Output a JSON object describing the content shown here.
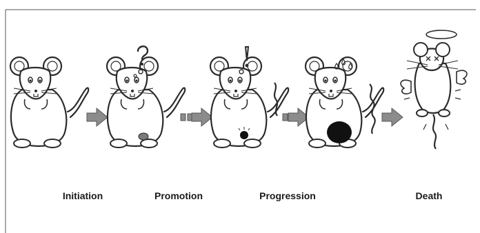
{
  "stages": [
    {
      "label": "Initiation"
    },
    {
      "label": "Promotion"
    },
    {
      "label": "Progression"
    },
    {
      "label": "Death"
    }
  ],
  "icons": [
    "mouse-icon",
    "question-mark-icon",
    "exclamation-mark-icon",
    "sweat-drops-icon",
    "halo-icon",
    "wing-icon",
    "arrow-right-icon"
  ],
  "colors": {
    "outline": "#2b2b2b",
    "arrow_fill": "#8c8c8c",
    "tumor_small": "#7a7a7a",
    "tumor_large": "#111111",
    "background": "#ffffff"
  }
}
